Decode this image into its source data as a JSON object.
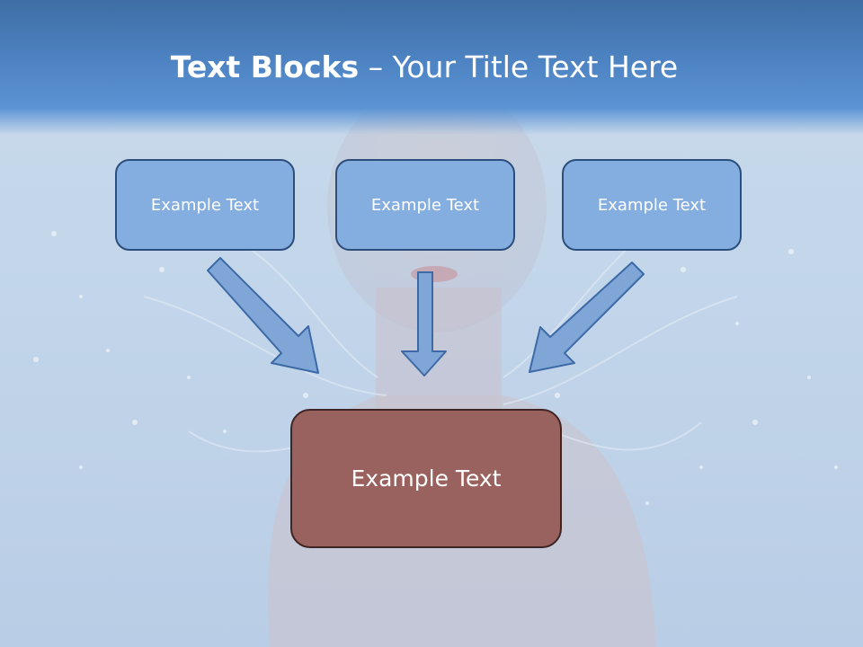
{
  "slide": {
    "title_bold": "Text Blocks",
    "title_dash": " – ",
    "title_rest": "Your Title Text Here",
    "boxes": [
      {
        "label": "Example Text"
      },
      {
        "label": "Example Text"
      },
      {
        "label": "Example Text"
      }
    ],
    "result_box": {
      "label": "Example Text"
    },
    "background_image": "woman-water-splash"
  },
  "colors": {
    "header": "#4d83c2",
    "box_fill": "#84ade0",
    "box_border": "#2d4e7c",
    "result_fill": "#9a625e",
    "result_border": "#3e2523",
    "arrow_fill": "#7fa6d6",
    "arrow_stroke": "#3d6aa6"
  }
}
